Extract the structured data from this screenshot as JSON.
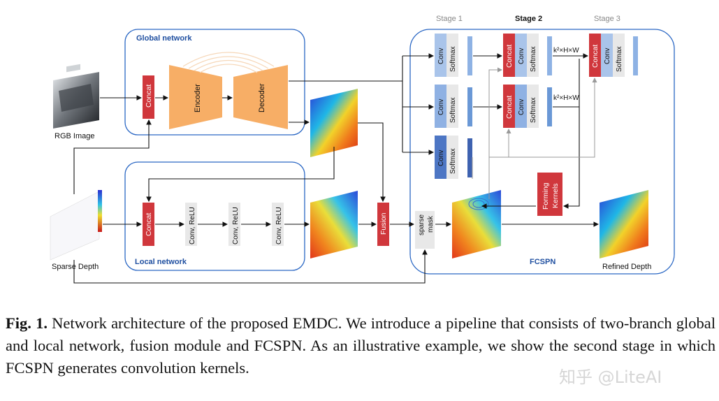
{
  "labels": {
    "global_network": "Global network",
    "local_network": "Local network",
    "fcspn": "FCSPN",
    "rgb_image": "RGB Image",
    "sparse_depth": "Sparse Depth",
    "refined_depth": "Refined Depth",
    "concat": "Concat",
    "encoder": "Encoder",
    "decoder": "Decoder",
    "conv_relu": "Conv, ReLU",
    "fusion": "Fusion",
    "sparse": "sparse",
    "mask": "mask",
    "conv": "Conv",
    "softmax": "Softmax",
    "stage1": "Stage 1",
    "stage2": "Stage 2",
    "stage3": "Stage 3",
    "kxhxw": "k²×H×W",
    "forming": "Forming",
    "kernels": "Kernels"
  },
  "caption": {
    "prefix": "Fig. 1.",
    "text": " Network architecture of the proposed EMDC. We introduce a pipeline that consists of two-branch global and local network, fusion module and FCSPN. As an illustrative example, we show the second stage in which FCSPN generates convolution kernels."
  },
  "watermark": "知乎 @LiteAI",
  "colors": {
    "frame_blue": "#2a67c4",
    "concat_red": "#d0373c",
    "encoder_orange": "#f7ae66",
    "conv_blue": "#6a98d6",
    "softmax_grey": "#e8e8e8",
    "feature_blue": "#5f8fd0"
  }
}
